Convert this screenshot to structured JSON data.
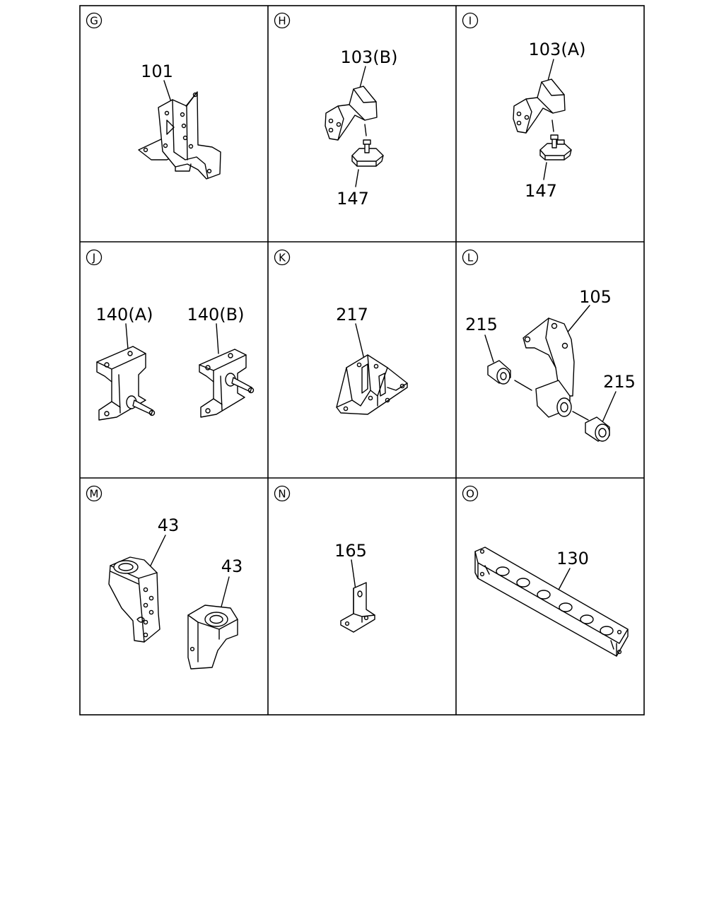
{
  "panels": [
    {
      "letter": "G",
      "labels": [
        "101"
      ]
    },
    {
      "letter": "H",
      "labels": [
        "103(B)",
        "147"
      ]
    },
    {
      "letter": "I",
      "labels": [
        "103(A)",
        "147"
      ]
    },
    {
      "letter": "J",
      "labels": [
        "140(A)",
        "140(B)"
      ]
    },
    {
      "letter": "K",
      "labels": [
        "217"
      ]
    },
    {
      "letter": "L",
      "labels": [
        "105",
        "215",
        "215"
      ]
    },
    {
      "letter": "M",
      "labels": [
        "43",
        "43"
      ]
    },
    {
      "letter": "N",
      "labels": [
        "165"
      ]
    },
    {
      "letter": "O",
      "labels": [
        "130"
      ]
    }
  ]
}
